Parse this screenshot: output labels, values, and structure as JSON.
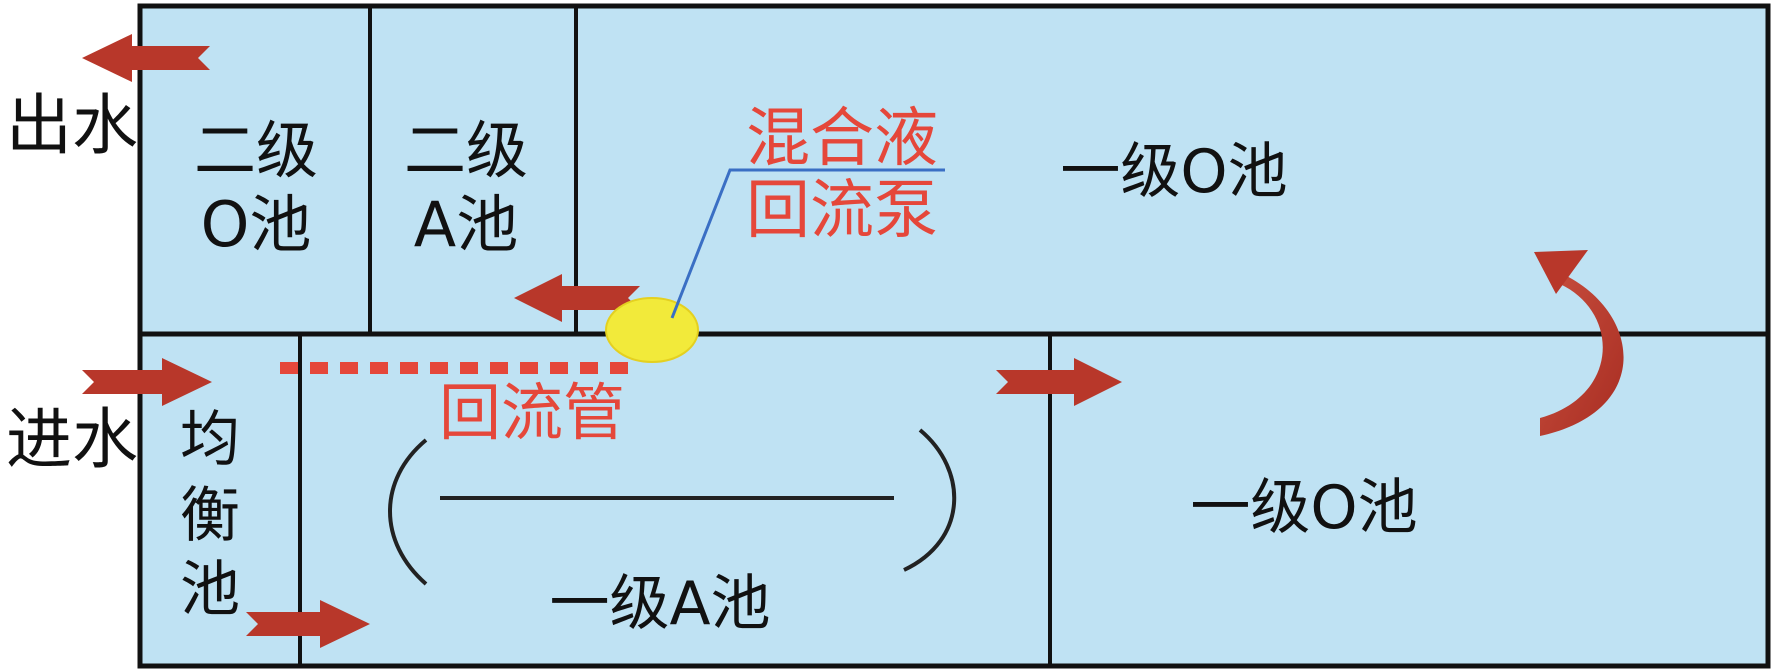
{
  "colors": {
    "tank_fill": "#bfe2f3",
    "border": "#111111",
    "arrow": "#b8372a",
    "label_red": "#e5473a",
    "pump": "#f2ea3a",
    "pump_line": "#3a6fc4",
    "recycle_pipe": "#e5473a"
  },
  "labels": {
    "outlet": "出水",
    "inlet": "进水",
    "secondary_o": [
      "二级",
      "O池"
    ],
    "secondary_a": [
      "二级",
      "A池"
    ],
    "primary_o_top": "一级O池",
    "primary_o_bottom": "一级O池",
    "primary_a": "一级A池",
    "equalization": [
      "均",
      "衡",
      "池"
    ],
    "pump": [
      "混合液",
      "回流泵"
    ],
    "pipe": "回流管"
  }
}
